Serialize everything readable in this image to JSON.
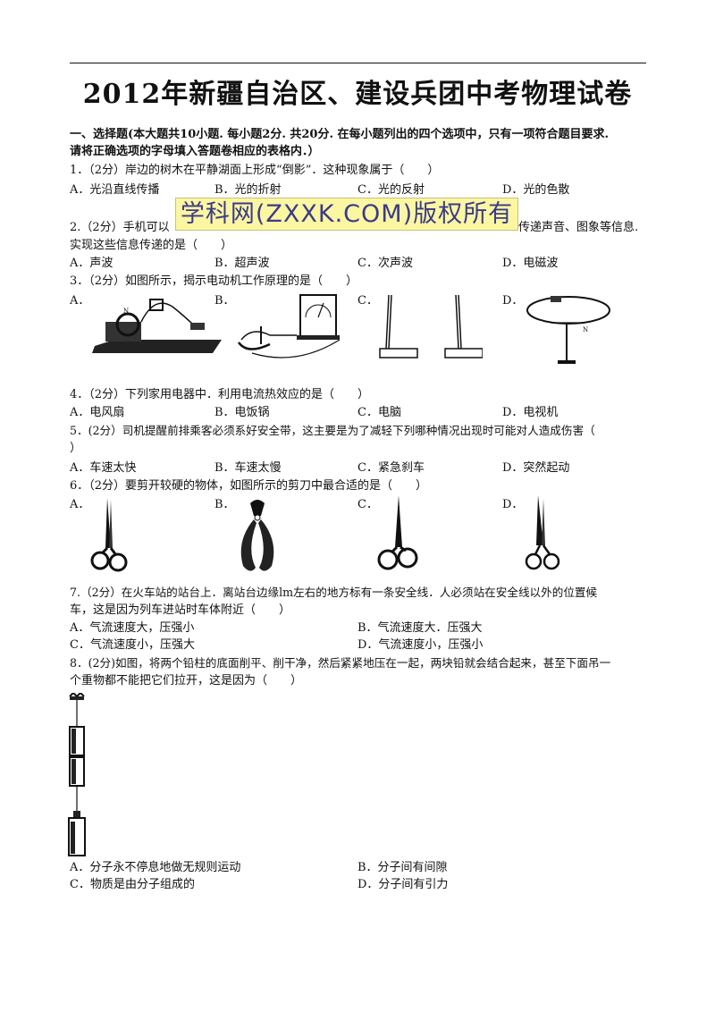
{
  "title": "2012年新疆自治区、建设兵团中考物理试卷",
  "section1": {
    "line1": "一、选择题(本大题共10小题. 每小题2分. 共20分. 在每小题列出的四个选项中，只有一项符合题目要求.",
    "line2": "请将正确选项的字母填入答题卷相应的表格内．）"
  },
  "watermark": "学科网(ZXXK.COM)版权所有",
  "q1": {
    "stem": "1．（2分）岸边的树木在平静湖面上形成“倒影”．这种现象属于（　　）",
    "A": "A．光沿直线传播",
    "B": "B．光的折射",
    "C": "C．光的反射",
    "D": "D．光的色散"
  },
  "q2": {
    "stem_left": "2.（2分）手机可以",
    "stem_right": "传递声音、图象等信息.",
    "stem2": "实现这些信息传递的是（　　）",
    "A": "A．声波",
    "B": "B．超声波",
    "C": "C．次声波",
    "D": "D．电磁波"
  },
  "q3": {
    "stem": "3．（2分）如图所示，揭示电动机工作原理的是（　　）",
    "A": "A．",
    "B": "B．",
    "C": "C．",
    "D": "D．"
  },
  "q4": {
    "stem": "4．（2分）下列家用电器中．利用电流热效应的是（　　）",
    "A": "A．电风扇",
    "B": "B．电饭锅",
    "C": "C．电脑",
    "D": "D．电视机"
  },
  "q5": {
    "stem": "5．(2分）司机提醒前排乘客必须系好安全带，这主要是为了减轻下列哪种情况出现时可能对人造成伤害（",
    "stem2": "）",
    "A": "A．车速太快",
    "B": "B．车速太慢",
    "C": "C．紧急刹车",
    "D": "D．突然起动"
  },
  "q6": {
    "stem": "6．（2分）要剪开较硬的物体，如图所示的剪刀中最合适的是（　　）",
    "A": "A．",
    "B": "B．",
    "C": "C．",
    "D": "D．"
  },
  "q7": {
    "stem": "7.（2分）在火车站的站台上．离站台边缘lm左右的地方标有一条安全线．人必须站在安全线以外的位置候",
    "stem2": "车，这是因为列车进站时车体附近（　　）",
    "A": "A．气流速度大，压强小",
    "B": "B．气流速度大．压强大",
    "C": "C．气流速度小，压强大",
    "D": "D．气流速度小，压强小"
  },
  "q8": {
    "stem": "8．(2分)如图，将两个铅柱的底面削平、削干净，然后紧紧地压在一起，两块铅就会结合起来，甚至下面吊一",
    "stem2": "个重物都不能把它们拉开，这是因为（　　）",
    "A": "A．分子永不停息地做无规则运动",
    "B": "B．分子间有间隙",
    "C": "C．物质是由分子组成的",
    "D": "D．分子间有引力"
  },
  "colors": {
    "watermark_bg": "#fbf6a2",
    "watermark_text": "#3b3b88"
  }
}
